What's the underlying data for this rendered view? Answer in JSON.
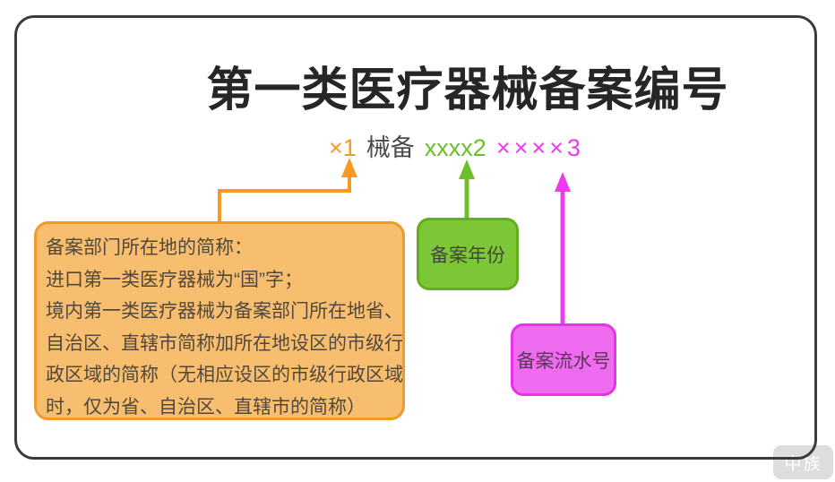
{
  "title": "第一类医疗器械备案编号",
  "formula": {
    "region_part": "×1",
    "device_part": "械备",
    "year_part": "xxxx2",
    "serial_part": "××××3"
  },
  "region_note": {
    "lines": [
      "备案部门所在地的简称：",
      "进口第一类医疗器械为“国”字；",
      "境内第一类医疗器械为备案部门所在地省、",
      "自治区、直辖市简称加所在地设区的市级行",
      "政区域的简称（无相应设区的市级行政区域",
      "时，仅为省、自治区、直辖市的简称）"
    ]
  },
  "labels": {
    "filing_year": "备案年份",
    "serial_number": "备案流水号"
  },
  "watermark": {
    "text": "中族"
  },
  "colors": {
    "frame_border": "#3B3B3B",
    "title_text": "#262626",
    "orange_accent": "#F59A23",
    "orange_box_fill": "#F8BE70",
    "orange_box_border": "#F09B28",
    "green_accent": "#6CBE2B",
    "green_box_fill": "#7DC737",
    "green_box_border": "#64AD1E",
    "magenta_accent": "#EE3BEE",
    "magenta_box_fill": "#EF6BEF",
    "magenta_box_border": "#E832E8",
    "formula_dark_text": "#4A4A4A",
    "note_text": "#51483C"
  }
}
